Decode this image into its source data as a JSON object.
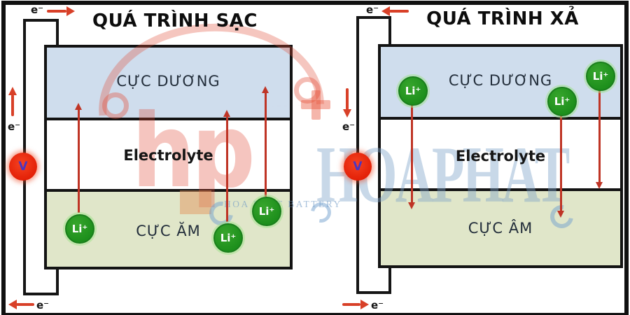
{
  "panels": [
    {
      "id": "charging",
      "title": "QUÁ TRÌNH SẠC",
      "electron_label": "e⁻",
      "voltmeter_label": "V",
      "ion_label": "Li⁺",
      "ion_direction": "up",
      "layers": {
        "top": "CỰC DƯƠNG",
        "middle": "Electrolyte",
        "bottom": "CỰC ĂM"
      }
    },
    {
      "id": "discharging",
      "title": "QUÁ TRÌNH XẢ",
      "electron_label": "e⁻",
      "voltmeter_label": "V",
      "ion_label": "Li⁺",
      "ion_direction": "down",
      "layers": {
        "top": "CỰC DƯƠNG",
        "middle": "Electrolyte",
        "bottom": "CỰC ÂM"
      }
    }
  ],
  "watermark": {
    "logo_text": "hp",
    "brand_text": "HOAPHAT",
    "sub_text": "HOA PHAT BATTERY"
  },
  "colors": {
    "positive_layer_blue": "#cfdded",
    "negative_layer_green": "#e0e6c9",
    "ion_green": "#229421",
    "circuit_arrow_red": "#d84028",
    "ion_arrow_red": "#bf3425",
    "voltmeter_red": "#e8230b",
    "voltmeter_text_purple": "#4a36c0",
    "wire_black": "#151515"
  }
}
